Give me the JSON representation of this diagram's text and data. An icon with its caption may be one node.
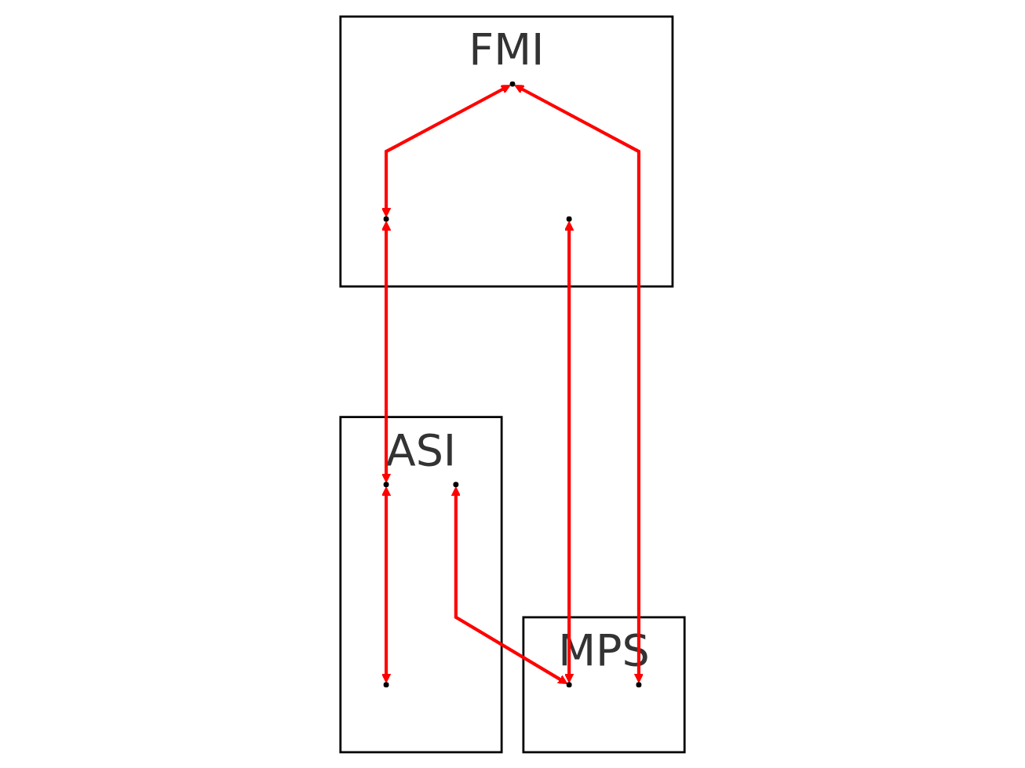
{
  "diagram": {
    "nodes": [
      {
        "text": [
          "FMI"
        ]
      },
      {
        "text": [],
        "shape": "circle",
        "in": 0
      },
      {
        "text": [],
        "shape": "circle",
        "in": 0
      },
      {
        "text": [],
        "shape": "circle",
        "in": 0
      },
      {
        "text": [
          "ASI"
        ]
      },
      {
        "text": [],
        "shape": "circle",
        "in": 4
      },
      {
        "text": [],
        "shape": "circle",
        "in": 4
      },
      {
        "text": [],
        "shape": "circle",
        "in": 4
      },
      {
        "text": [
          "MPS"
        ]
      },
      {
        "text": [],
        "shape": "circle",
        "in": 8
      },
      {
        "text": [],
        "shape": "circle",
        "in": 8
      }
    ],
    "edges": [
      {
        "from": 1,
        "to": 2,
        "arrow": "both"
      },
      {
        "from": 1,
        "to": 10,
        "arrow": "both"
      },
      {
        "from": 2,
        "to": 6,
        "arrow": "both"
      },
      {
        "from": 3,
        "to": 9,
        "arrow": "both"
      },
      {
        "from": 5,
        "to": 9,
        "arrow": "both"
      },
      {
        "from": 6,
        "to": 7,
        "arrow": "both"
      }
    ]
  }
}
